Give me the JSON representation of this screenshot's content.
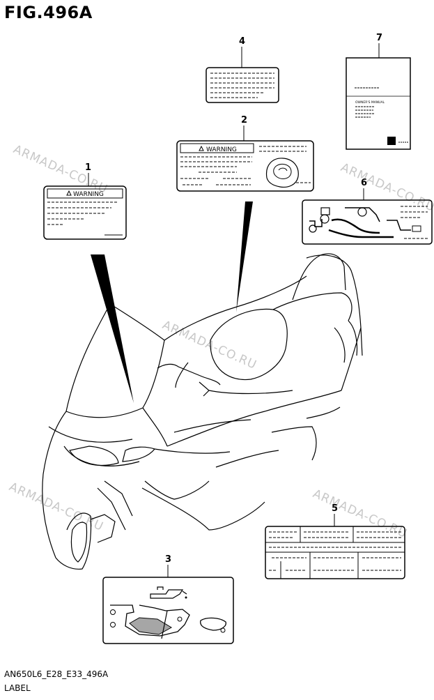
{
  "figure": {
    "title": "FIG.496A",
    "code": "AN650L6_E28_E33_496A",
    "caption": "LABEL"
  },
  "watermark": "ARMADA-CO.RU",
  "callouts": [
    "1",
    "2",
    "3",
    "4",
    "5",
    "6",
    "7"
  ],
  "labels": {
    "warning_text": "WARNING",
    "manual_text": "OWNER'S MANUAL"
  },
  "colors": {
    "line": "#000000",
    "watermark": "#c8c8c8",
    "background": "#ffffff"
  }
}
